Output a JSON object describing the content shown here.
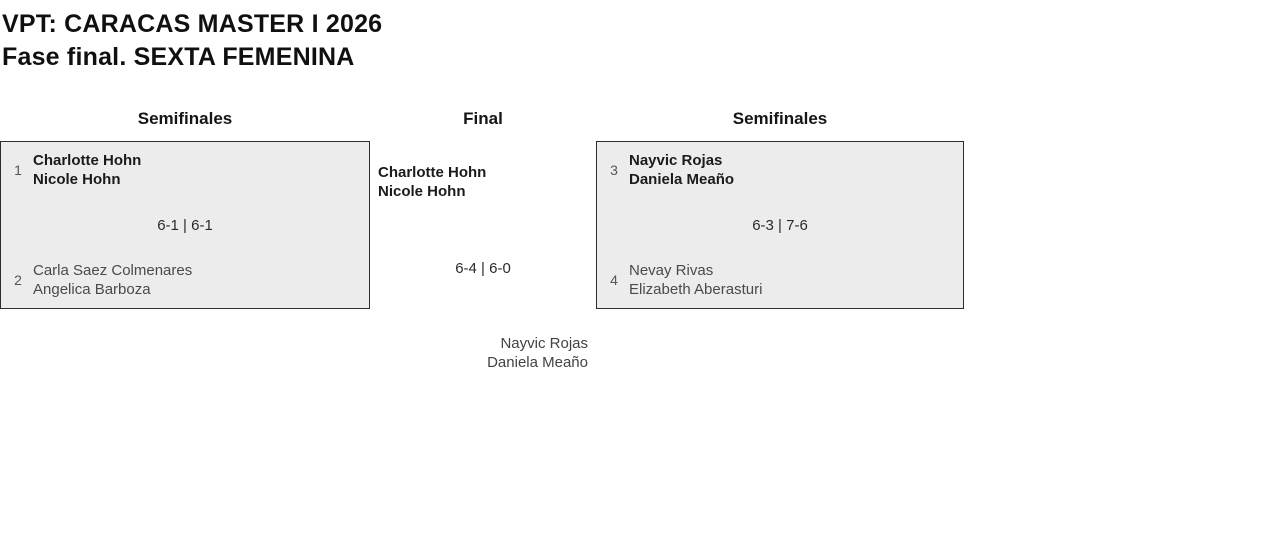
{
  "page": {
    "title": "VPT: CARACAS MASTER I 2026",
    "subtitle": "Fase final. SEXTA FEMENINA"
  },
  "colors": {
    "page_background": "#ffffff",
    "match_box_background": "#ececec",
    "match_box_border": "#2d2d2d",
    "winner_text": "#1b1b1b",
    "loser_text": "#4a4a4a"
  },
  "bracket": {
    "headers": {
      "left": "Semifinales",
      "center": "Final",
      "right": "Semifinales"
    },
    "semifinal_left": {
      "team1": {
        "seed": "1",
        "players": [
          "Charlotte Hohn",
          "Nicole Hohn"
        ],
        "winner": true
      },
      "score": "6-1 | 6-1",
      "team2": {
        "seed": "2",
        "players": [
          "Carla Saez Colmenares",
          "Angelica Barboza"
        ],
        "winner": false
      }
    },
    "semifinal_right": {
      "team1": {
        "seed": "3",
        "players": [
          "Nayvic Rojas",
          "Daniela Meaño"
        ],
        "winner": true
      },
      "score": "6-3 | 7-6",
      "team2": {
        "seed": "4",
        "players": [
          "Nevay Rivas",
          "Elizabeth Aberasturi"
        ],
        "winner": false
      }
    },
    "final": {
      "winner_players": [
        "Charlotte Hohn",
        "Nicole Hohn"
      ],
      "score": "6-4 | 6-0",
      "loser_players": [
        "Nayvic Rojas",
        "Daniela Meaño"
      ]
    }
  }
}
